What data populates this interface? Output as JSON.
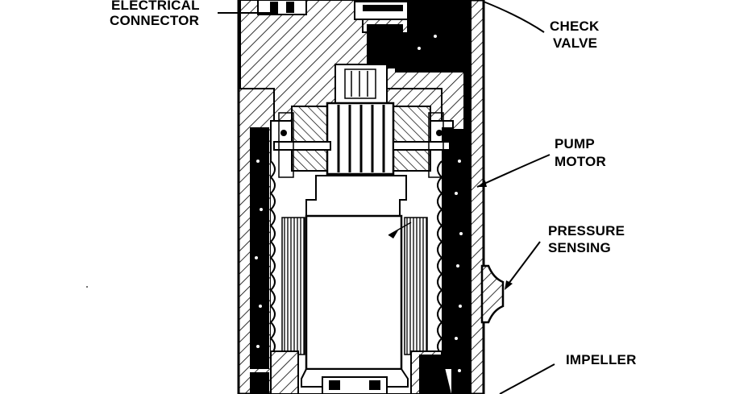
{
  "labels": {
    "electrical_connector": [
      "ELECTRICAL",
      "CONNECTOR"
    ],
    "check_valve": [
      "CHECK",
      "VALVE"
    ],
    "pump_motor": [
      "PUMP",
      "MOTOR"
    ],
    "pressure_sensing": [
      "PRESSURE",
      "SENSING"
    ],
    "impeller": [
      "IMPELLER"
    ]
  },
  "colors": {
    "ink": "#000000",
    "paper": "#ffffff"
  }
}
